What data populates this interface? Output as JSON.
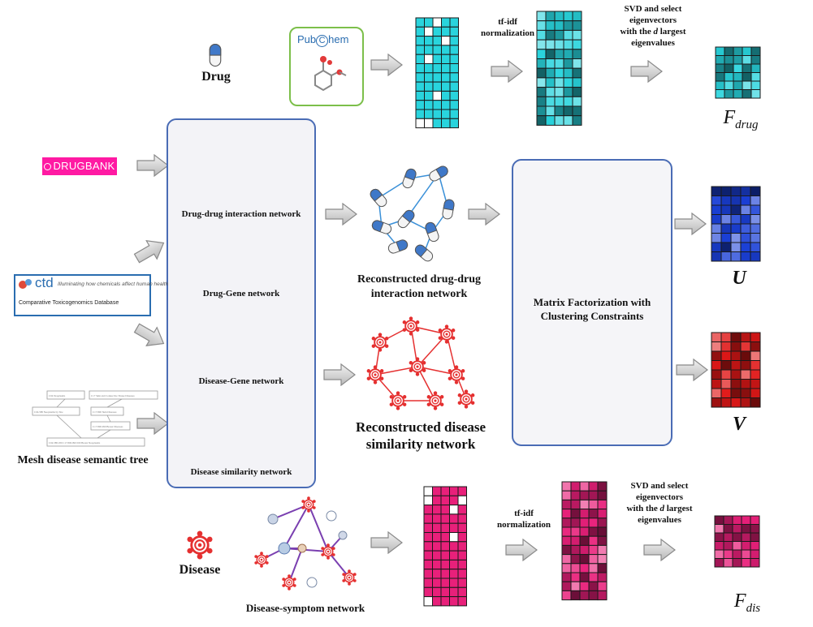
{
  "labels": {
    "drug": "Drug",
    "disease": "Disease",
    "tfidf_top_1": "tf-idf",
    "tfidf_top_2": "normalization",
    "svd_top_1": "SVD and select",
    "svd_top_2": "eigenvectors",
    "svd_top_3a": "with the ",
    "svd_top_3b": "d",
    "svd_top_3c": " largest",
    "svd_top_4": "eigenvalues",
    "f_drug_main": "F",
    "f_drug_sub": "drug",
    "f_dis_main": "F",
    "f_dis_sub": "dis",
    "u_label": "U",
    "v_label": "V",
    "ddi_network": "Drug-drug interaction network",
    "drug_gene_network": "Drug-Gene network",
    "disease_gene_network": "Disease-Gene network",
    "disease_similarity_network": "Disease similarity network",
    "recon_ddi_1": "Reconstructed drug-drug",
    "recon_ddi_2": "interaction network",
    "recon_dis_1": "Reconstructed disease",
    "recon_dis_2": "similarity network",
    "mf_1": "Matrix Factorization with",
    "mf_2": "Clustering Constraints",
    "mesh_tree": "Mesh disease semantic tree",
    "symptom_network": "Disease-symptom network"
  },
  "logos": {
    "pubchem_1": "Pub",
    "pubchem_c": "C",
    "pubchem_2": "hem",
    "drugbank": "DRUGBANK",
    "ctd_name": "ctd",
    "ctd_tagline": "Illuminating how chemicals affect human health",
    "ctd_full": "Comparative Toxicogenomics Database"
  },
  "mesh_nodes": [
    "C04 Neoplasms",
    "C17 Skin and Connective Tissue Diseases",
    "C04.588 Neoplasms by Site",
    "C17.800 Skin Diseases",
    "C17.800.090 Breast Diseases",
    "C04.588.180 C17.800.090.500 Breast Neoplasms"
  ],
  "colors": {
    "panel_border": "#4a6cb5",
    "drug_matrix": "#29d4dd",
    "u_matrix": "#1a3fd6",
    "v_matrix": "#e01818",
    "dis_matrix": "#e8207a",
    "drugbank": "#ff1aa3",
    "pubchem_border": "#7cbf4a",
    "drug_edge": "#3a90d8",
    "gene_edge_green": "#33aa55",
    "gene_edge_orange": "#ee8a22",
    "disease_red": "#e53030",
    "symptom_edge": "#7a3fb0"
  }
}
